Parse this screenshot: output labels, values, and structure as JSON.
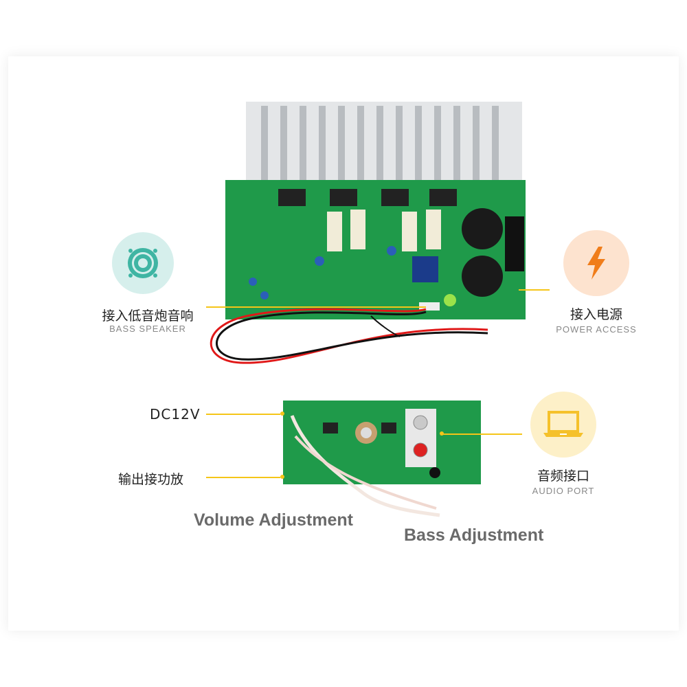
{
  "labels": {
    "bass_speaker": {
      "cn": "接入低音炮音响",
      "en": "BASS SPEAKER",
      "icon": "speaker-icon",
      "color": "#3fb5a3"
    },
    "power_access": {
      "cn": "接入电源",
      "en": "POWER ACCESS",
      "icon": "lightning-bolt-icon",
      "color": "#f07d1a"
    },
    "dc12v": "DC12V",
    "output_amp": "输出接功放",
    "audio_port": {
      "cn": "音频接口",
      "en": "AUDIO PORT",
      "icon": "laptop-icon",
      "color": "#f5c12b"
    },
    "volume_adjustment": "Volume Adjustment",
    "bass_adjustment": "Bass Adjustment"
  },
  "colors": {
    "pcb": "#1f9a4a",
    "leader_line": "#f5c518"
  }
}
